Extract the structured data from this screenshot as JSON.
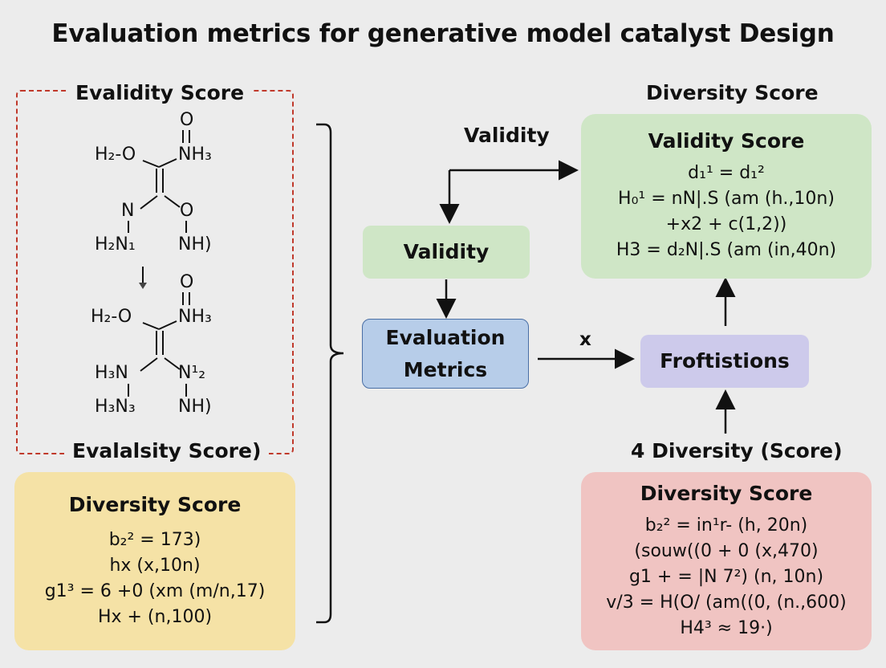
{
  "title": "Evaluation metrics for generative model catalyst Design",
  "left_panel": {
    "top_label": "Evalidity Score",
    "bottom_label": "Evalalsity Score)",
    "molecule1": {
      "o_top": "O",
      "h2o": "H₂-O",
      "nh3": "NH₃",
      "n": "N",
      "o": "O",
      "h2n1": "H₂N₁",
      "nh": "NH)"
    },
    "molecule2": {
      "o_top": "O",
      "h2o": "H₂-O",
      "nh3": "NH₃",
      "h3n": "H₃N",
      "n12": "N¹₂",
      "h3n3": "H₃N₃",
      "nh": "NH)"
    }
  },
  "diversity_left": {
    "title": "Diversity Score",
    "lines": [
      "b₂² = 173)",
      "hx (x,10n)",
      "g1³ = 6 +0 (xm (m/n,17)",
      "Hx + (n,100)"
    ]
  },
  "flow": {
    "validity_top_label": "Validity",
    "validity_box": "Validity",
    "evaluation_line1": "Evaluation",
    "evaluation_line2": "Metrics",
    "x_label": "x",
    "froftistions": "Froftistions",
    "diversity_mid_label": "4 Diversity (Score)"
  },
  "right_top": {
    "outer_label": "Diversity Score",
    "title": "Validity Score",
    "lines": [
      "d₁¹ = d₁²",
      "H₀¹ = nN|.S (am (h.,10n)",
      "+x2 + c(1,2))",
      "H3 = d₂N|.S (am (in,40n)"
    ]
  },
  "right_bottom": {
    "title": "Diversity Score",
    "lines": [
      "b₂² = in¹r- (h, 20n)",
      "(souw((0 + 0 (x,470)",
      "g1 + = |N 7²) (n, 10n)",
      "v/3 = H(O/ (am((0, (n.,600)",
      "H4³ ≈ 19·)"
    ]
  },
  "colors": {
    "green": "#cfe6c6",
    "blue": "#b7cde9",
    "purple": "#cdcaeb",
    "yellow": "#f5e2a6",
    "red": "#f0c4c2",
    "dashed": "#c0392b"
  }
}
